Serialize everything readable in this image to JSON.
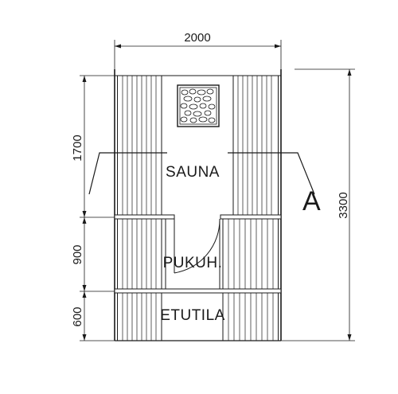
{
  "dimensions": {
    "width": "2000",
    "total_length": "3300",
    "sauna": "1700",
    "pukuh": "900",
    "etutila": "600"
  },
  "rooms": {
    "sauna": "SAUNA",
    "pukuh": "PUKUH.",
    "etutila": "ETUTILA"
  },
  "section_marker": "A",
  "colors": {
    "line": "#1a1a1a",
    "background": "#ffffff"
  },
  "icons": {
    "stove": "sauna-stove-stones-icon"
  }
}
